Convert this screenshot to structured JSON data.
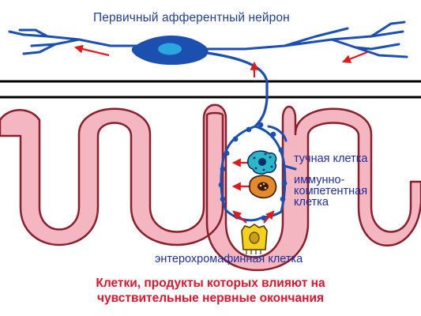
{
  "labels": {
    "neuron": "Первичный афферентный нейрон",
    "mast_cell": "тучная клетка",
    "immune_cell": [
      "иммунно-",
      "компетентная",
      "клетка"
    ],
    "enterochromaffin_cell": "энтерохромафинная клетка"
  },
  "caption": {
    "line1": "Клетки, продукты которых влияют на",
    "line2": "чувствительные нервные окончания"
  },
  "colors": {
    "neuron": "#1b4fb0",
    "neuron_nucleus": "#2aa7df",
    "villus_fill": "#f4b6c0",
    "villus_outline": "#8a1f2b",
    "arrows": "#e01a1a",
    "mast_cell": "#2ab7c8",
    "immune_cell": "#e48a2a",
    "enterochromaffin_cell": "#f4d21c",
    "caption": "#e0142a"
  }
}
